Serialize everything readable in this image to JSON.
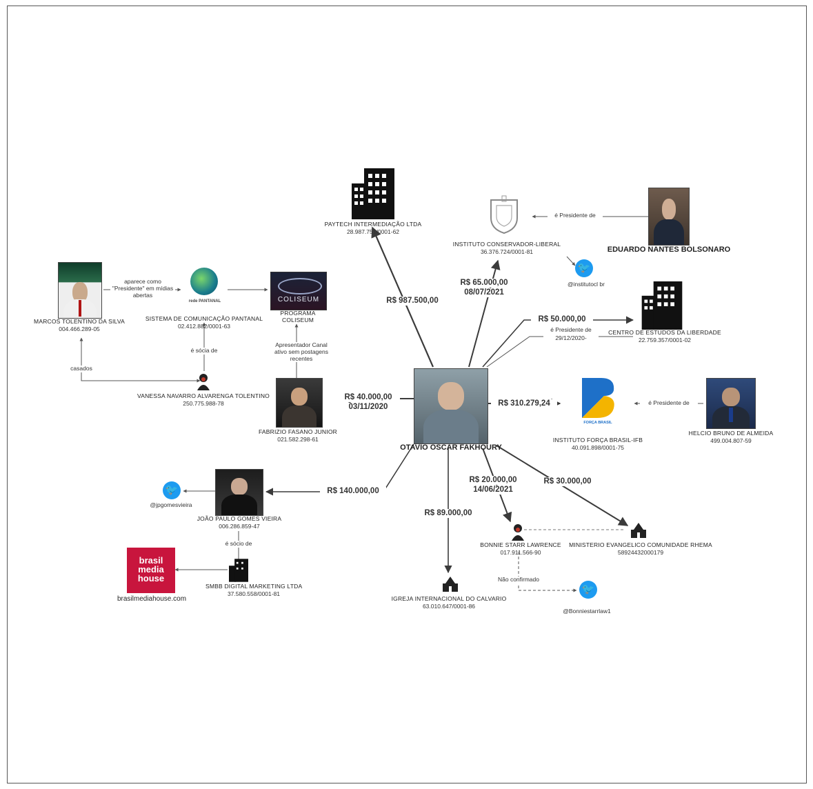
{
  "nodes": {
    "center": {
      "name": "OTAVIO  OSCAR FAKHOURY"
    },
    "paytech": {
      "name": "PAYTECH INTERMEDIAÇÃO LTDA",
      "doc": "28.987.751/0001-62"
    },
    "instituto_conservador": {
      "name": "INSTITUTO CONSERVADOR-LIBERAL",
      "doc": "36.376.724/0001-81",
      "twitter": "@institutocl br"
    },
    "eduardo": {
      "name": "EDUARDO NANTES BOLSONARO"
    },
    "centro_estudos": {
      "name": "CENTRO DE ESTUDOS DA LIBERDADE",
      "doc": "22.759.357/0001-02"
    },
    "marcos": {
      "name": "MARCOS TOLENTINO DA SILVA",
      "doc": "004.466.289-05"
    },
    "sistema": {
      "name": "SISTEMA DE COMUNICAÇÃO PANTANAL",
      "doc": "02.412.882/0001-63",
      "logo_text": "rede PANTANAL"
    },
    "coliseum": {
      "name": "PROGRAMA COLISEUM",
      "logo_text": "COLISEUM"
    },
    "vanessa": {
      "name": "VANESSA NAVARRO ALVARENGA TOLENTINO",
      "doc": "250.775.988-78"
    },
    "fabrizio": {
      "name": "FABRIZIO FASANO JUNIOR",
      "doc": "021.582.298-61"
    },
    "instituto_forca": {
      "name": "INSTITUTO FORÇA BRASIL-IFB",
      "doc": "40.091.898/0001-75",
      "logo_text": "FORÇA BRASIL"
    },
    "helcio": {
      "name": "HELCIO BRUNO DE ALMEIDA",
      "doc": "499.004.807-59"
    },
    "joao": {
      "name": "JOÃO PAULO GOMES VIEIRA",
      "doc": "006.286.859-47",
      "twitter": "@jpgomesvieira"
    },
    "smbb": {
      "name": "SMBB DIGITAL MARKETING LTDA",
      "doc": "37.580.558/0001-81"
    },
    "brasil_media": {
      "name": "brasilmediahouse.com",
      "logo_text": "brasil media house"
    },
    "igreja": {
      "name": "IGREJA INTERNACIONAL DO CALVARIO",
      "doc": "63.010.647/0001-86"
    },
    "bonnie": {
      "name": "BONNIE STARR LAWRENCE",
      "doc": "017.911.566-90",
      "twitter": "@Bonniestarrlaw1"
    },
    "ministerio": {
      "name": "MINISTERIO EVANGELICO COMUNIDADE RHEMA",
      "doc": "58924432000179"
    }
  },
  "edges": {
    "paytech_amount": "R$ 987.500,00",
    "instituto_amount": "R$ 65.000,00",
    "instituto_date": "08/07/2021",
    "centro_amount": "R$ 50.000,00",
    "centro_rel": "é Presidente de",
    "centro_date": "29/12/2020-",
    "forca_amount": "R$ 310.279,24",
    "fabrizio_amount": "R$ 40.000,00",
    "fabrizio_date": "03/11/2020",
    "joao_amount": "R$ 140.000,00",
    "igreja_amount": "R$ 89.000,00",
    "bonnie_amount": "R$ 20.000,00",
    "bonnie_date": "14/06/2021",
    "ministerio_amount": "R$ 30.000,00",
    "eduardo_rel": "é Presidente de",
    "helcio_rel": "é Presidente de",
    "marcos_rel": "aparece como \"Presidente\" em mídias abertas",
    "vanessa_rel": "é sócia de",
    "casados": "casados",
    "fabrizio_rel": "Apresentador Canal ativo sem postagens recentes",
    "joao_rel": "é sócio de",
    "bonnie_rel": "Não confirmado"
  },
  "colors": {
    "twitter": "#1d9bf0",
    "edge": "#3b3b3b",
    "brasil_media": "#c8153d",
    "ifb_blue": "#1e70c8",
    "ifb_yellow": "#f4b400"
  }
}
